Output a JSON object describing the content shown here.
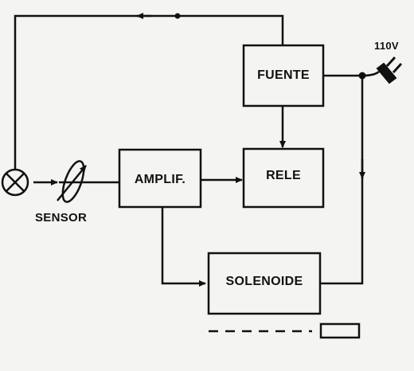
{
  "blocks": {
    "fuente": "FUENTE",
    "rele": "RELE",
    "amplif": "AMPLIF.",
    "solenoide": "SOLENOIDE"
  },
  "labels": {
    "sensor": "SENSOR",
    "voltage": "110V"
  },
  "colors": {
    "ink": "#111111",
    "paper": "#f4f4f2"
  }
}
